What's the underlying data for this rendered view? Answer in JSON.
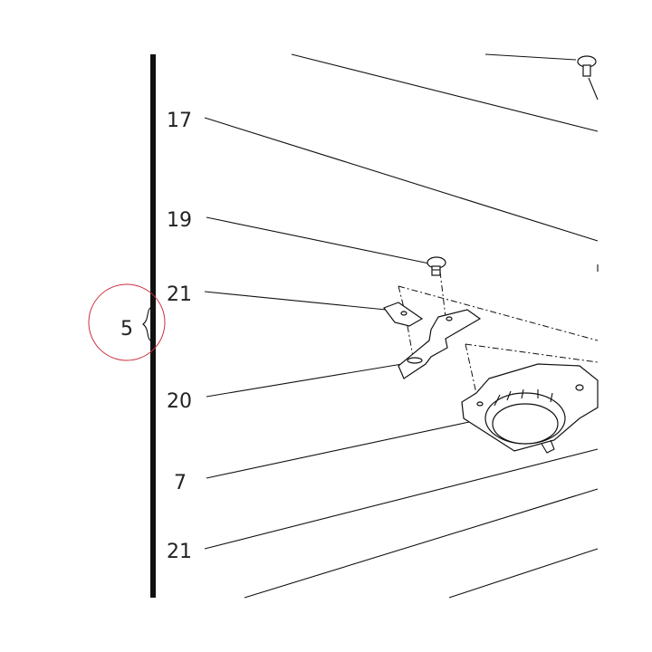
{
  "callouts": {
    "group_number": "5",
    "labels": [
      "17",
      "19",
      "21",
      "20",
      "7",
      "21"
    ]
  },
  "colors": {
    "ink": "#111111",
    "callout_circle": "#c83040",
    "background": "#ffffff"
  }
}
